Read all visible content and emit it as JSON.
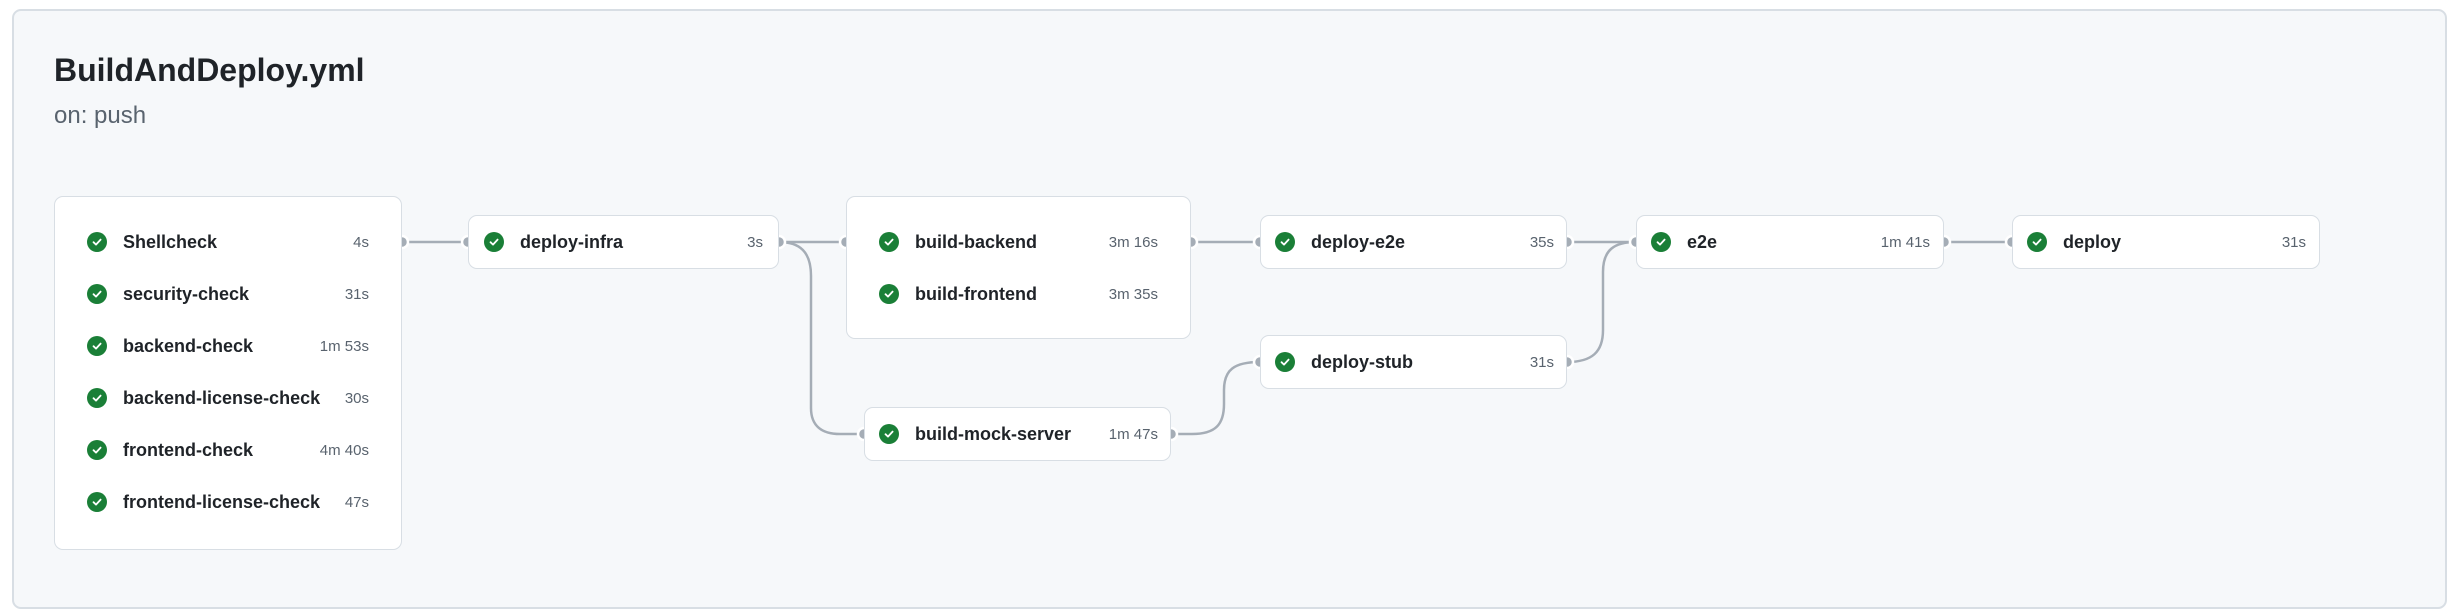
{
  "workflow": {
    "title": "BuildAndDeploy.yml",
    "trigger": "on: push"
  },
  "status_icon": "check-circle-icon",
  "colors": {
    "success": "#1a7f37",
    "connector": "#a5adb6",
    "border": "#d8dee4",
    "canvas": "#f6f8fa"
  },
  "jobs": {
    "shellcheck": {
      "name": "Shellcheck",
      "duration": "4s"
    },
    "security_check": {
      "name": "security-check",
      "duration": "31s"
    },
    "backend_check": {
      "name": "backend-check",
      "duration": "1m 53s"
    },
    "backend_license_check": {
      "name": "backend-license-check",
      "duration": "30s"
    },
    "frontend_check": {
      "name": "frontend-check",
      "duration": "4m 40s"
    },
    "frontend_license_check": {
      "name": "frontend-license-check",
      "duration": "47s"
    },
    "deploy_infra": {
      "name": "deploy-infra",
      "duration": "3s"
    },
    "build_backend": {
      "name": "build-backend",
      "duration": "3m 16s"
    },
    "build_frontend": {
      "name": "build-frontend",
      "duration": "3m 35s"
    },
    "build_mock_server": {
      "name": "build-mock-server",
      "duration": "1m 47s"
    },
    "deploy_e2e": {
      "name": "deploy-e2e",
      "duration": "35s"
    },
    "deploy_stub": {
      "name": "deploy-stub",
      "duration": "31s"
    },
    "e2e": {
      "name": "e2e",
      "duration": "1m 41s"
    },
    "deploy": {
      "name": "deploy",
      "duration": "31s"
    }
  }
}
